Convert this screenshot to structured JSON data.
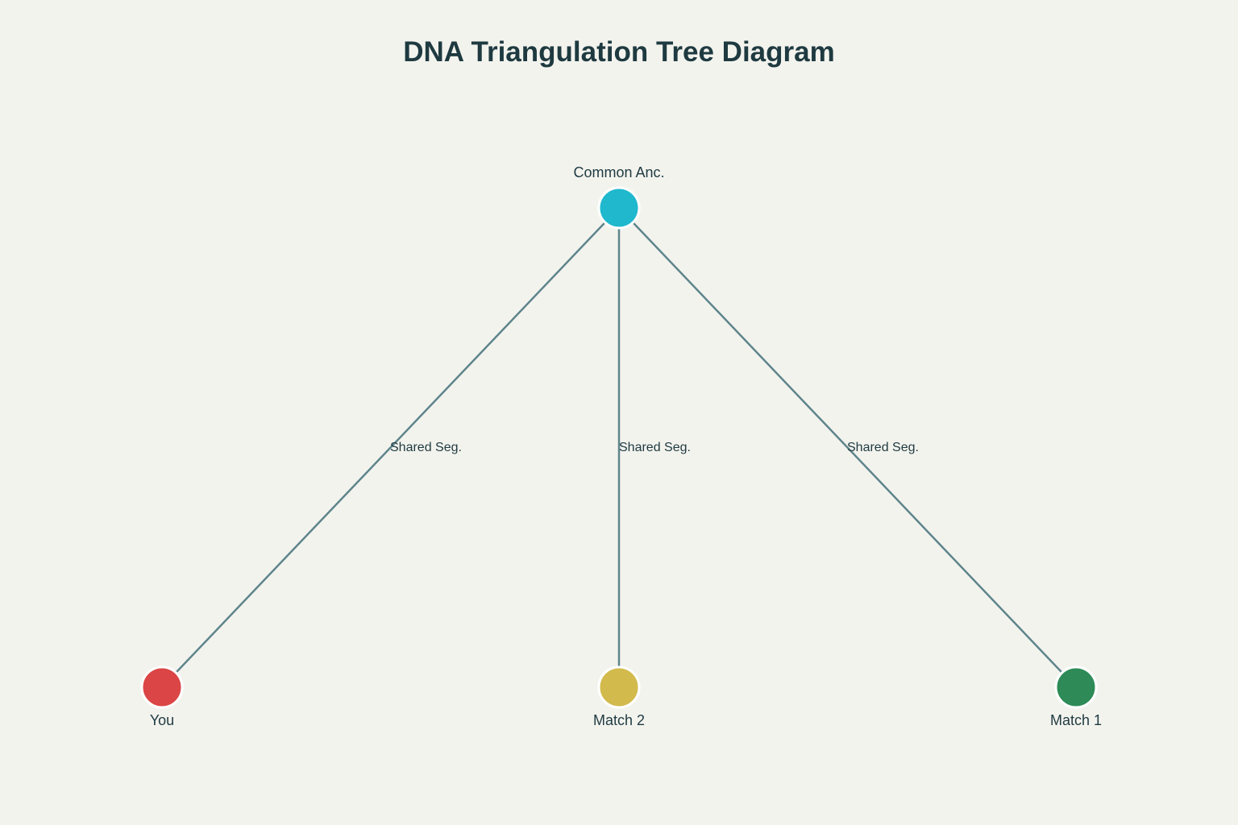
{
  "title": "DNA Triangulation Tree Diagram",
  "colors": {
    "background": "#f3f3ee",
    "text": "#1e3a40",
    "edge": "#5e858b"
  },
  "nodes": [
    {
      "id": "common",
      "label": "Common Anc.",
      "color": "#1fb8cd"
    },
    {
      "id": "you",
      "label": "You",
      "color": "#db4545"
    },
    {
      "id": "match2",
      "label": "Match 2",
      "color": "#d2ba4c"
    },
    {
      "id": "match1",
      "label": "Match 1",
      "color": "#2e8b57"
    }
  ],
  "edges": [
    {
      "from": "common",
      "to": "you",
      "label": "Shared Seg."
    },
    {
      "from": "common",
      "to": "match2",
      "label": "Shared Seg."
    },
    {
      "from": "common",
      "to": "match1",
      "label": "Shared Seg."
    }
  ]
}
